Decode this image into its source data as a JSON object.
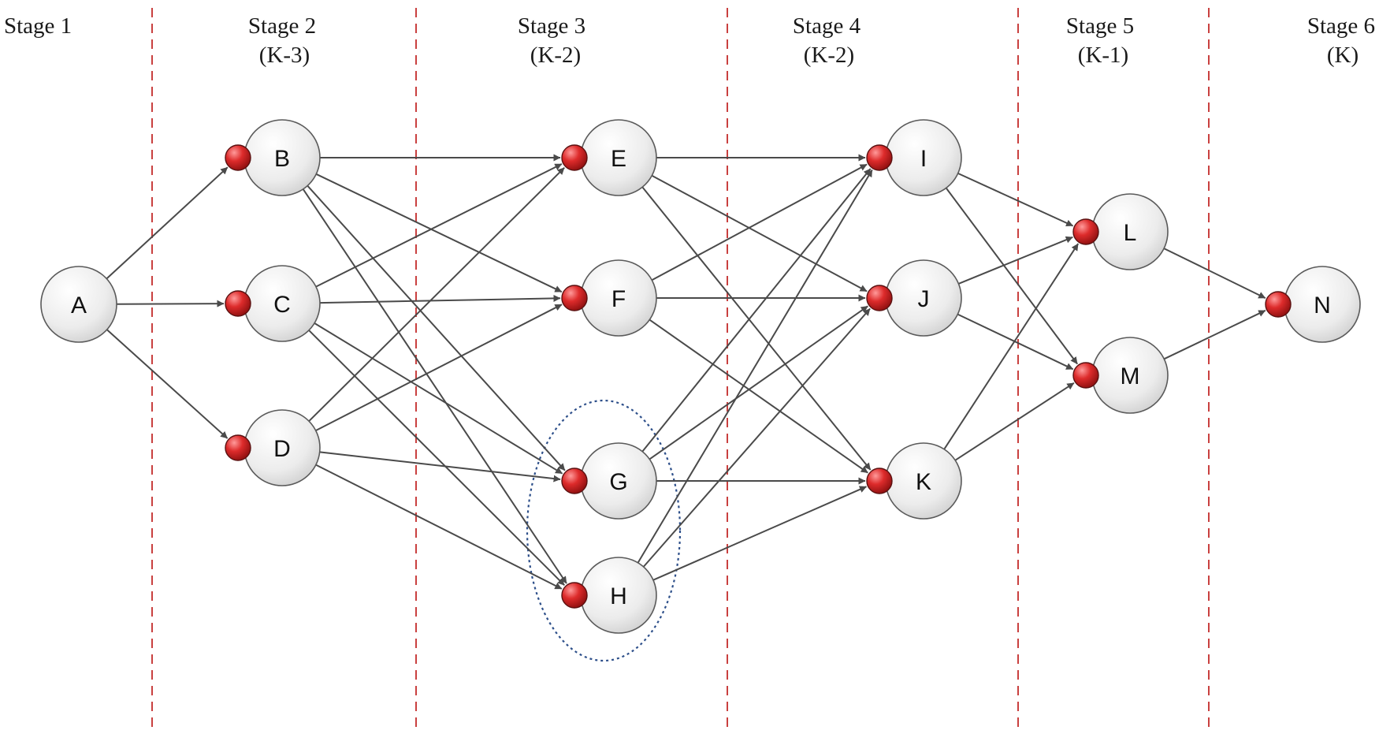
{
  "stages": [
    {
      "id": "s1",
      "title": "Stage 1",
      "sub": ""
    },
    {
      "id": "s2",
      "title": "Stage 2",
      "sub": "(K-3)"
    },
    {
      "id": "s3",
      "title": "Stage 3",
      "sub": "(K-2)"
    },
    {
      "id": "s4",
      "title": "Stage 4",
      "sub": "(K-2)"
    },
    {
      "id": "s5",
      "title": "Stage 5",
      "sub": "(K-1)"
    },
    {
      "id": "s6",
      "title": "Stage 6",
      "sub": "(K)"
    }
  ],
  "nodes": [
    {
      "id": "A",
      "label": "A",
      "port": false
    },
    {
      "id": "B",
      "label": "B",
      "port": true
    },
    {
      "id": "C",
      "label": "C",
      "port": true
    },
    {
      "id": "D",
      "label": "D",
      "port": true
    },
    {
      "id": "E",
      "label": "E",
      "port": true
    },
    {
      "id": "F",
      "label": "F",
      "port": true
    },
    {
      "id": "G",
      "label": "G",
      "port": true
    },
    {
      "id": "H",
      "label": "H",
      "port": true
    },
    {
      "id": "I",
      "label": "I",
      "port": true
    },
    {
      "id": "J",
      "label": "J",
      "port": true
    },
    {
      "id": "K",
      "label": "K",
      "port": true
    },
    {
      "id": "L",
      "label": "L",
      "port": true
    },
    {
      "id": "M",
      "label": "M",
      "port": true
    },
    {
      "id": "N",
      "label": "N",
      "port": true
    }
  ],
  "edges": [
    [
      "A",
      "B"
    ],
    [
      "A",
      "C"
    ],
    [
      "A",
      "D"
    ],
    [
      "B",
      "E"
    ],
    [
      "B",
      "F"
    ],
    [
      "B",
      "G"
    ],
    [
      "B",
      "H"
    ],
    [
      "C",
      "E"
    ],
    [
      "C",
      "F"
    ],
    [
      "C",
      "G"
    ],
    [
      "C",
      "H"
    ],
    [
      "D",
      "E"
    ],
    [
      "D",
      "F"
    ],
    [
      "D",
      "G"
    ],
    [
      "D",
      "H"
    ],
    [
      "E",
      "I"
    ],
    [
      "E",
      "J"
    ],
    [
      "E",
      "K"
    ],
    [
      "F",
      "I"
    ],
    [
      "F",
      "J"
    ],
    [
      "F",
      "K"
    ],
    [
      "G",
      "I"
    ],
    [
      "G",
      "J"
    ],
    [
      "G",
      "K"
    ],
    [
      "H",
      "I"
    ],
    [
      "H",
      "J"
    ],
    [
      "H",
      "K"
    ],
    [
      "I",
      "L"
    ],
    [
      "I",
      "M"
    ],
    [
      "J",
      "L"
    ],
    [
      "J",
      "M"
    ],
    [
      "K",
      "L"
    ],
    [
      "K",
      "M"
    ],
    [
      "L",
      "N"
    ],
    [
      "M",
      "N"
    ]
  ],
  "highlight_group": [
    "G",
    "H"
  ],
  "colors": {
    "divider": "#c9403f",
    "edge": "#4a4a4a",
    "port": "#d42a2a",
    "highlight": "#2d4f8a",
    "node_fill": "#e8e8e8"
  }
}
